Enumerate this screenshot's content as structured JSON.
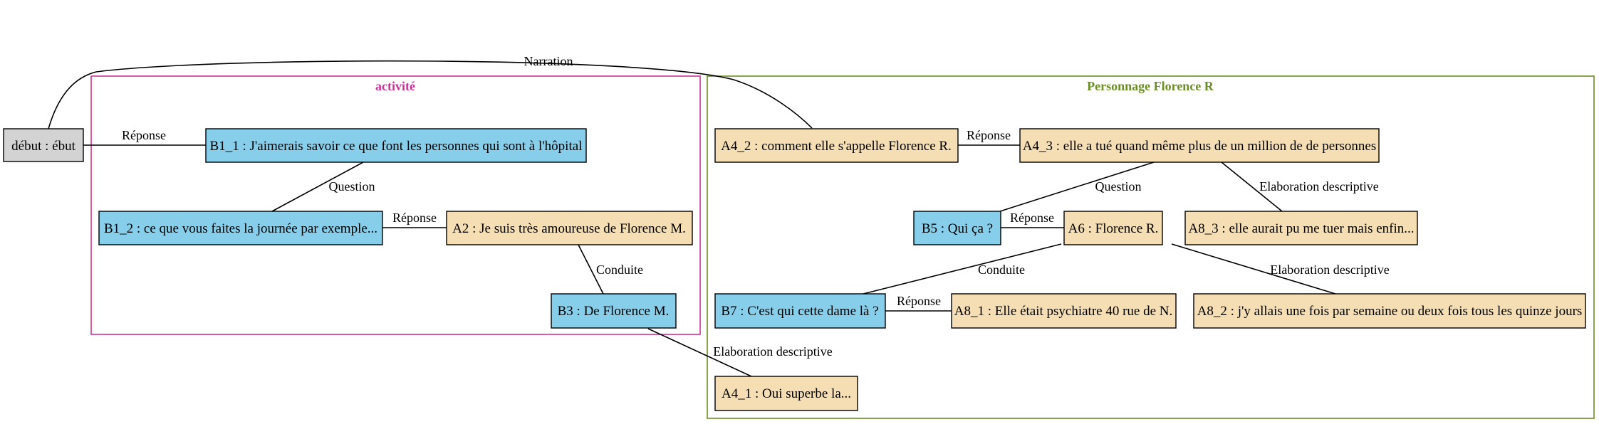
{
  "colors": {
    "blue_node": "#87ceeb",
    "tan_node": "#f5deb3",
    "grey_node": "#d3d3d3",
    "activite_cluster": "#cc3399",
    "personnage_cluster": "#6b8e23"
  },
  "clusters": {
    "activite": "activité",
    "personnage": "Personnage Florence R"
  },
  "nodes": {
    "debut": "début : ébut",
    "b1_1": "B1_1 : J'aimerais savoir ce que font les personnes qui sont à l'hôpital",
    "b1_2": "B1_2 : ce que vous faites la journée par exemple...",
    "a2": "A2 : Je suis très amoureuse de Florence M.",
    "b3": "B3 : De Florence M.",
    "a4_1": "A4_1 : Oui superbe la...",
    "a4_2": "A4_2 : comment elle s'appelle Florence R.",
    "a4_3": "A4_3 : elle a tué quand même plus de un million de de personnes",
    "b5": "B5 : Qui ça ?",
    "a6": "A6 : Florence R.",
    "a8_3": "A8_3 : elle aurait pu me tuer mais enfin...",
    "b7": "B7 : C'est qui cette dame là ?",
    "a8_1": "A8_1 : Elle était psychiatre 40 rue de N.",
    "a8_2": "A8_2 : j'y allais une fois par semaine ou deux fois tous les quinze jours"
  },
  "edges": {
    "narration": "Narration",
    "reponse_debut_b1_1": "Réponse",
    "question_b1_1_b1_2": "Question",
    "reponse_b1_2_a2": "Réponse",
    "conduite_a2_b3": "Conduite",
    "elaboration_b3_a4_1": "Elaboration descriptive",
    "reponse_a4_2_a4_3": "Réponse",
    "question_a4_3_b5": "Question",
    "elaboration_a4_3_a8_3": "Elaboration descriptive",
    "reponse_b5_a6": "Réponse",
    "conduite_a6_b7": "Conduite",
    "elaboration_a6_a8_2": "Elaboration descriptive",
    "reponse_b7_a8_1": "Réponse"
  }
}
